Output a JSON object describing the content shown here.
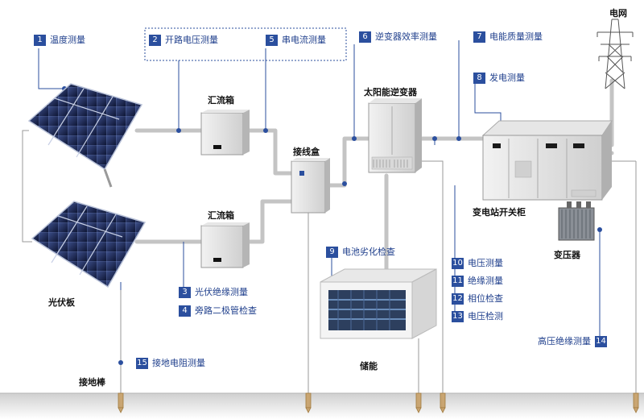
{
  "components": {
    "grid": "电网",
    "combiner_top": "汇流箱",
    "combiner_bottom": "汇流箱",
    "junction_box": "接线盒",
    "inverter": "太阳能逆变器",
    "substation": "变电站开关柜",
    "transformer": "变压器",
    "pv_panel": "光伏板",
    "storage": "储能",
    "ground_rod": "接地棒"
  },
  "measurements": [
    {
      "num": "1",
      "label": "温度测量"
    },
    {
      "num": "2",
      "label": "开路电压测量"
    },
    {
      "num": "3",
      "label": "光伏绝缘测量"
    },
    {
      "num": "4",
      "label": "旁路二极管检查"
    },
    {
      "num": "5",
      "label": "串电流测量"
    },
    {
      "num": "6",
      "label": "逆变器效率测量"
    },
    {
      "num": "7",
      "label": "电能质量测量"
    },
    {
      "num": "8",
      "label": "发电测量"
    },
    {
      "num": "9",
      "label": "电池劣化检查"
    },
    {
      "num": "10",
      "label": "电压测量"
    },
    {
      "num": "11",
      "label": "绝缘测量"
    },
    {
      "num": "12",
      "label": "相位检查"
    },
    {
      "num": "13",
      "label": "电压检测"
    },
    {
      "num": "14",
      "label": "高压绝缘测量"
    },
    {
      "num": "15",
      "label": "接地电阻测量"
    }
  ],
  "colors": {
    "accent": "#2b4f9e",
    "label_text": "#1f3f8c",
    "cable": "#bfbfbf",
    "lead": "#1f3f8c"
  }
}
